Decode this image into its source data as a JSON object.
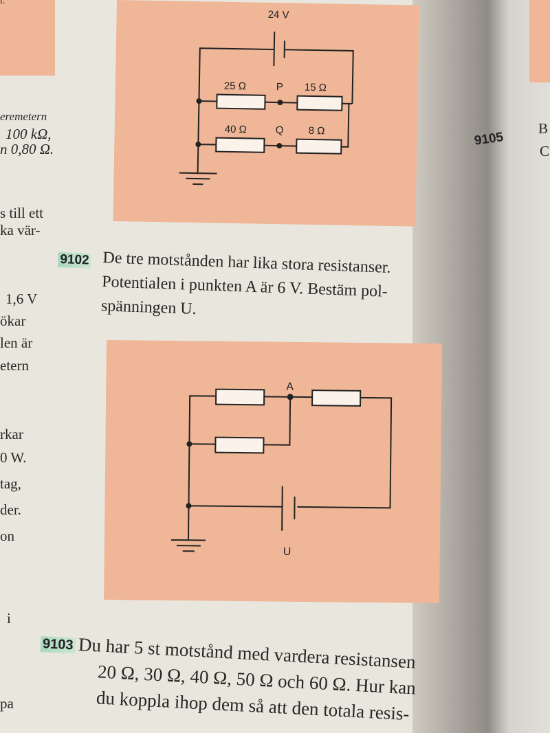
{
  "left_column": [
    "r.",
    "eremetern",
    "100 kΩ,",
    "n 0,80 Ω.",
    "s till ett",
    "ka vär-",
    "1,6 V",
    "ökar",
    "len är",
    "etern",
    "rkar",
    "0 W.",
    "tag,",
    "der.",
    "on",
    "i",
    "pa"
  ],
  "right_page": {
    "problem_number": "9105",
    "fragments": [
      "B",
      "C"
    ]
  },
  "circuit1": {
    "source": "24 V",
    "r_top_left": "25 Ω",
    "r_top_right": "15 Ω",
    "r_bot_left": "40 Ω",
    "r_bot_right": "8 Ω",
    "node_top": "P",
    "node_bot": "Q"
  },
  "problem_9102": {
    "number": "9102",
    "lines": [
      "De tre motstånden har lika stora resistanser.",
      "Potentialen i punkten A är 6 V. Bestäm pol-",
      "spänningen U."
    ]
  },
  "circuit2": {
    "node": "A",
    "source": "U"
  },
  "problem_9103": {
    "number": "9103",
    "lines": [
      "Du har 5 st motstånd med vardera resistansen",
      "20 Ω, 30 Ω, 40 Ω, 50 Ω och 60 Ω. Hur kan",
      "du koppla ihop dem så att den totala resis-"
    ]
  },
  "colors": {
    "figure_bg": "#efb697",
    "page": "#e9e6de",
    "highlight": "#a9d8bf"
  }
}
